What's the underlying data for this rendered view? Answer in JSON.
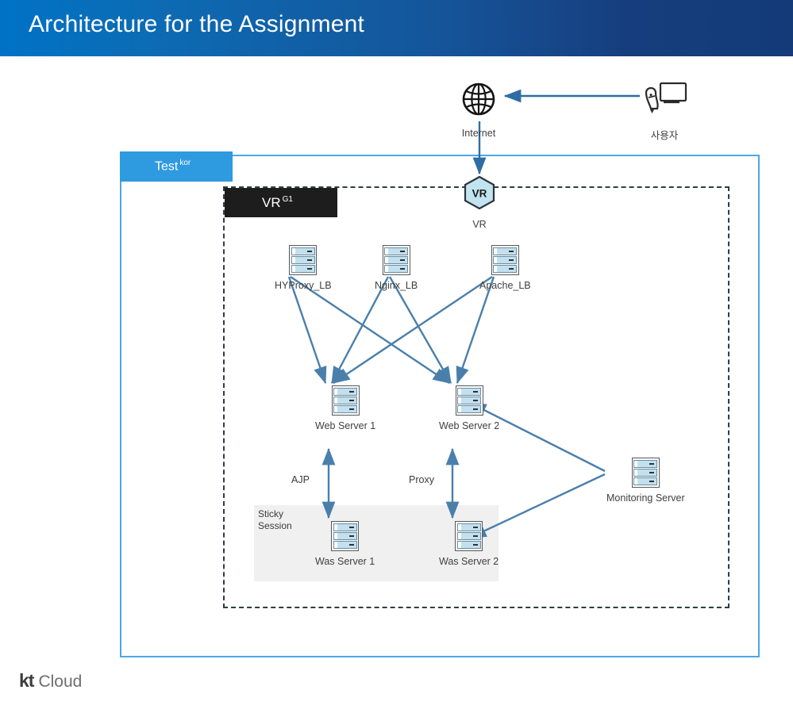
{
  "header": {
    "title": "Architecture for the Assignment",
    "gradient_from": "#0072c6",
    "gradient_to": "#143b78"
  },
  "zones": {
    "outer": {
      "tab_label": "Test",
      "tab_superscript": "kor",
      "border_color": "#4aa8e8",
      "tab_color": "#2e9ae0"
    },
    "inner": {
      "tab_label": "VR",
      "tab_superscript": "G1",
      "border_color": "#2d3e46",
      "tab_color": "#1d1d1d",
      "border_style": "dashed"
    },
    "sticky": {
      "label": "Sticky\nSession",
      "background": "#f0f0f0"
    }
  },
  "nodes": {
    "internet": {
      "label": "Internet",
      "icon": "globe-icon"
    },
    "user": {
      "label": "사용자",
      "icon": "user-monitor-icon"
    },
    "vr": {
      "label": "VR",
      "badge": "VR",
      "icon": "hexagon-vr-icon",
      "fill": "#c2e4f0"
    },
    "haproxy_lb": {
      "label": "HYProxy_LB",
      "icon": "server-icon"
    },
    "nginx_lb": {
      "label": "Nginx_LB",
      "icon": "server-icon"
    },
    "apache_lb": {
      "label": "Apache_LB",
      "icon": "server-icon"
    },
    "web_server_1": {
      "label": "Web Server 1",
      "icon": "server-icon"
    },
    "web_server_2": {
      "label": "Web Server 2",
      "icon": "server-icon"
    },
    "was_server_1": {
      "label": "Was Server 1",
      "icon": "server-icon"
    },
    "was_server_2": {
      "label": "Was Server 2",
      "icon": "server-icon"
    },
    "monitoring_server": {
      "label": "Monitoring Server",
      "icon": "server-icon"
    }
  },
  "edges": {
    "ajp_label": "AJP",
    "proxy_label": "Proxy",
    "connector_color": "#4a7fab",
    "list": [
      {
        "from": "user",
        "to": "internet",
        "style": "arrow"
      },
      {
        "from": "internet",
        "to": "vr",
        "style": "arrow"
      },
      {
        "from": "haproxy_lb",
        "to": "web_server_1",
        "style": "arrow"
      },
      {
        "from": "haproxy_lb",
        "to": "web_server_2",
        "style": "arrow"
      },
      {
        "from": "nginx_lb",
        "to": "web_server_1",
        "style": "arrow"
      },
      {
        "from": "nginx_lb",
        "to": "web_server_2",
        "style": "arrow"
      },
      {
        "from": "apache_lb",
        "to": "web_server_1",
        "style": "arrow"
      },
      {
        "from": "apache_lb",
        "to": "web_server_2",
        "style": "arrow"
      },
      {
        "from": "web_server_1",
        "to": "was_server_1",
        "style": "double-arrow",
        "label": "AJP"
      },
      {
        "from": "web_server_2",
        "to": "was_server_2",
        "style": "double-arrow",
        "label": "Proxy"
      },
      {
        "from": "monitoring_server",
        "to": "web_server_2",
        "style": "arrow"
      },
      {
        "from": "monitoring_server",
        "to": "was_server_2",
        "style": "arrow"
      }
    ]
  },
  "footer": {
    "logo_primary": "kt",
    "logo_secondary": "Cloud"
  }
}
